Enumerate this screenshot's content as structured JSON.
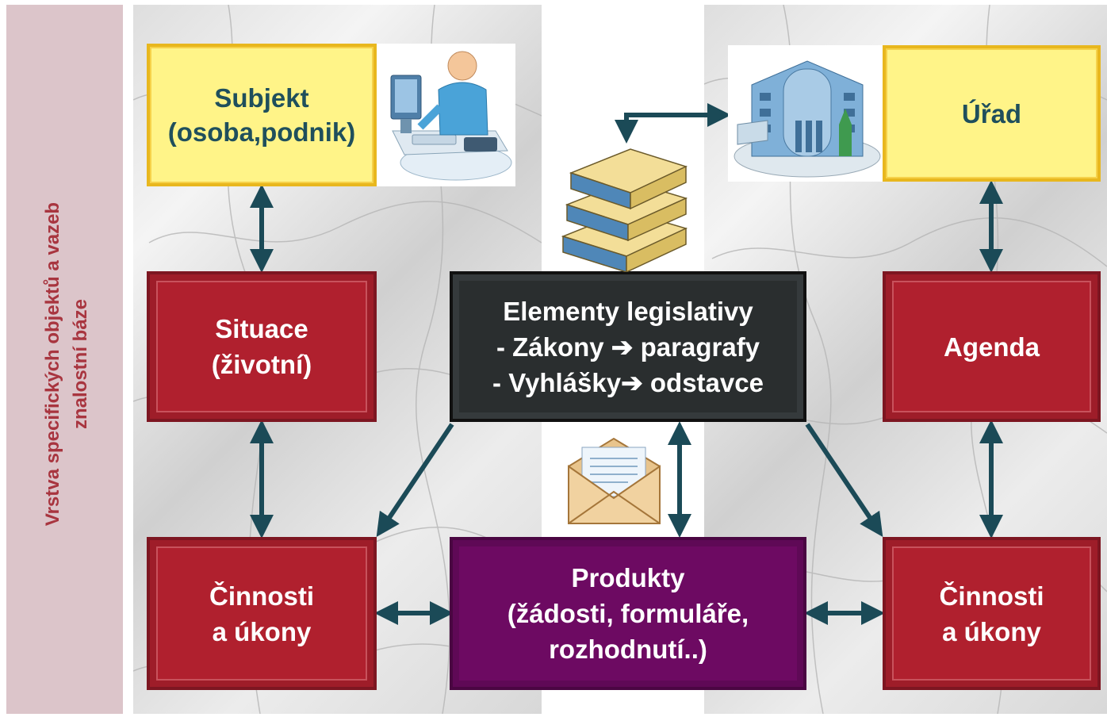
{
  "sidebar": {
    "label": "Vrstva specifických objektů a vazeb\nznalostní báze"
  },
  "boxes": {
    "subjekt": "Subjekt\n(osoba,podnik)",
    "urad": "Úřad",
    "situace": "Situace\n(životní)",
    "agenda": "Agenda",
    "legislativa": "Elementy legislativy\n- Zákony   ➔ paragrafy\n- Vyhlášky➔ odstavce",
    "cinnosti_left": "Činnosti\na úkony",
    "cinnosti_right": "Činnosti\na úkony",
    "produkty": "Produkty\n(žádosti, formuláře,\nrozhodnutí..)"
  },
  "icons": {
    "subjekt": "person-at-computer-icon",
    "urad": "office-building-icon",
    "legislativa": "books-stack-icon",
    "produkty": "envelope-letter-icon"
  },
  "colors": {
    "yellow_box": "#fff488",
    "red_box": "#b0202e",
    "dark_box": "#2a2e2f",
    "purple_box": "#6d0a62",
    "text_teal": "#1f4f5c",
    "arrow": "#1b4a57",
    "sidebar_bg": "#dcc5ca",
    "sidebar_text": "#a8353f"
  }
}
